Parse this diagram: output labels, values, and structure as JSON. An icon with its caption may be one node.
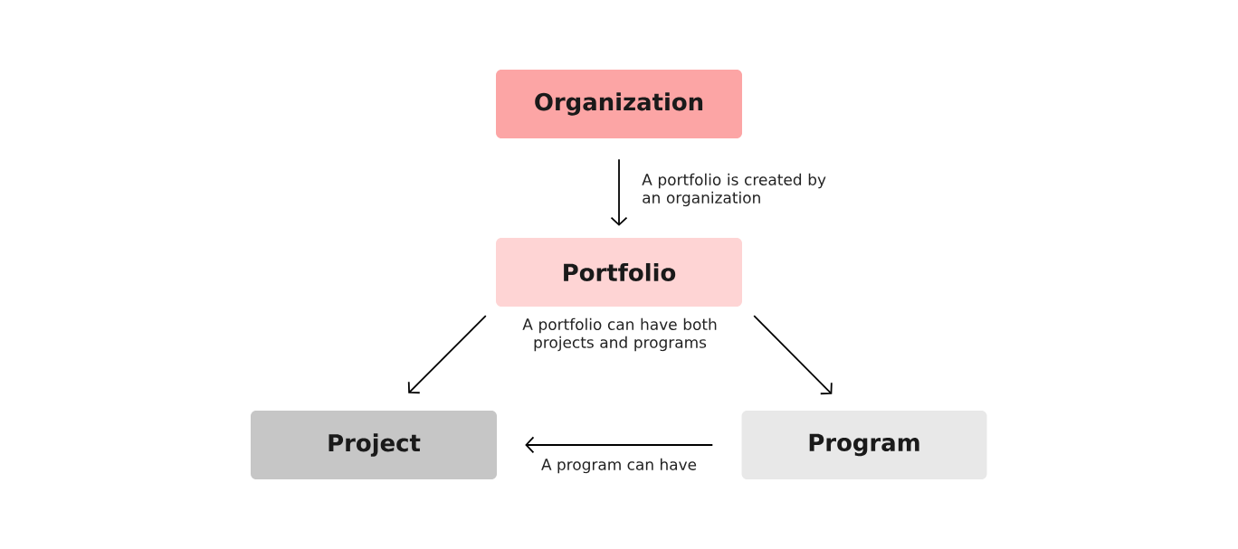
{
  "diagram": {
    "nodes": [
      {
        "text": [
          "Organization"
        ]
      },
      {
        "text": [
          "Portfolio"
        ]
      },
      {
        "text": [
          "Project"
        ]
      },
      {
        "text": [
          "Program"
        ]
      }
    ],
    "edges": [
      {
        "from": 0,
        "to": 1,
        "arrow": "to",
        "label": "A portfolio is created by an organization"
      },
      {
        "from": 1,
        "to": 2,
        "arrow": "to"
      },
      {
        "from": 1,
        "to": 3,
        "arrow": "to"
      },
      {
        "from": 3,
        "to": 2,
        "arrow": "to",
        "label": "A program can have"
      }
    ],
    "labels": [
      "A portfolio can have both projects and programs"
    ]
  }
}
